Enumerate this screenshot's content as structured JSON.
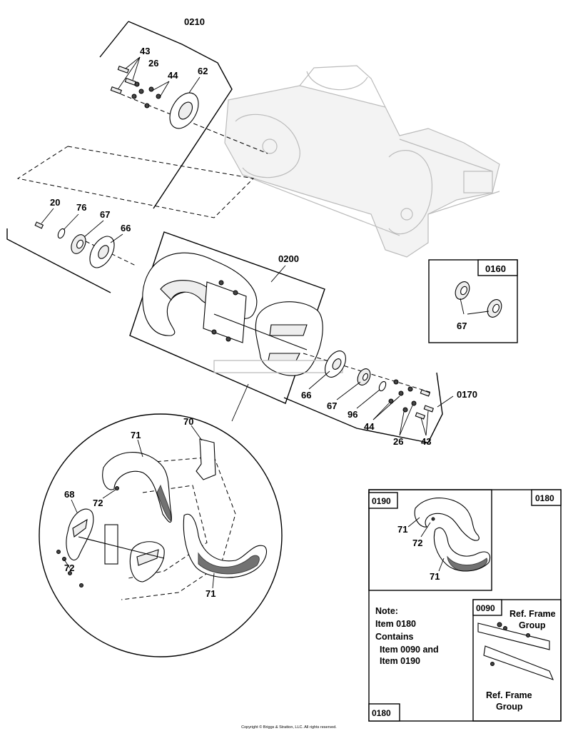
{
  "callouts": {
    "grp_0210": "0210",
    "p43_top": "43",
    "p26_top": "26",
    "p44_top": "44",
    "p62": "62",
    "p20": "20",
    "p76": "76",
    "p67_left": "67",
    "p66_left": "66",
    "grp_0200": "0200",
    "grp_0160": "0160",
    "p67_0160": "67",
    "p66_right": "66",
    "p67_right": "67",
    "p96": "96",
    "p44_right": "44",
    "p26_right": "26",
    "p43_right": "43",
    "grp_0170": "0170",
    "p70": "70",
    "p71_top": "71",
    "p72_top": "72",
    "p68": "68",
    "p72_bottom": "72",
    "p71_bottom": "71",
    "grp_0190": "0190",
    "grp_0180_top": "0180",
    "p71_0190_a": "71",
    "p72_0190": "72",
    "p71_0190_b": "71",
    "grp_0090": "0090",
    "grp_0180_bottom": "0180"
  },
  "note": {
    "title": "Note:",
    "line1": "Item 0180",
    "line2": "Contains",
    "line3": "Item 0090 and",
    "line4": "Item 0190"
  },
  "ref_frame": {
    "line1_top": "Ref. Frame",
    "line2_top": "Group",
    "line1_bottom": "Ref. Frame",
    "line2_bottom": "Group"
  },
  "footer": {
    "copyright": "Copyright © Briggs & Stratton, LLC. All rights reserved."
  }
}
